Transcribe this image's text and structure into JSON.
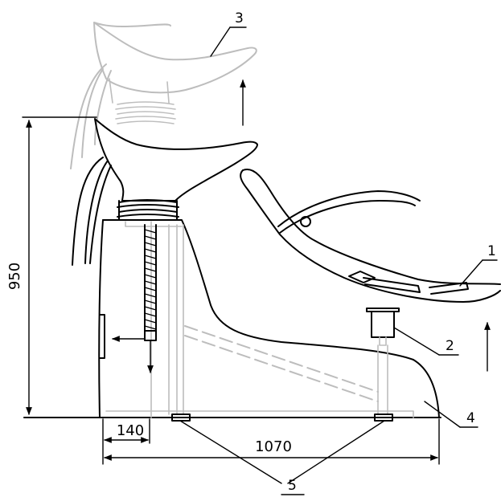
{
  "dimensions": {
    "height": "950",
    "base_offset": "140",
    "base_length": "1070"
  },
  "callouts": {
    "c1": "1",
    "c2": "2",
    "c3": "3",
    "c4": "4",
    "c5": "5"
  },
  "colors": {
    "ink": "#000000",
    "ghost": "#bdbdbd",
    "background": "#ffffff"
  }
}
